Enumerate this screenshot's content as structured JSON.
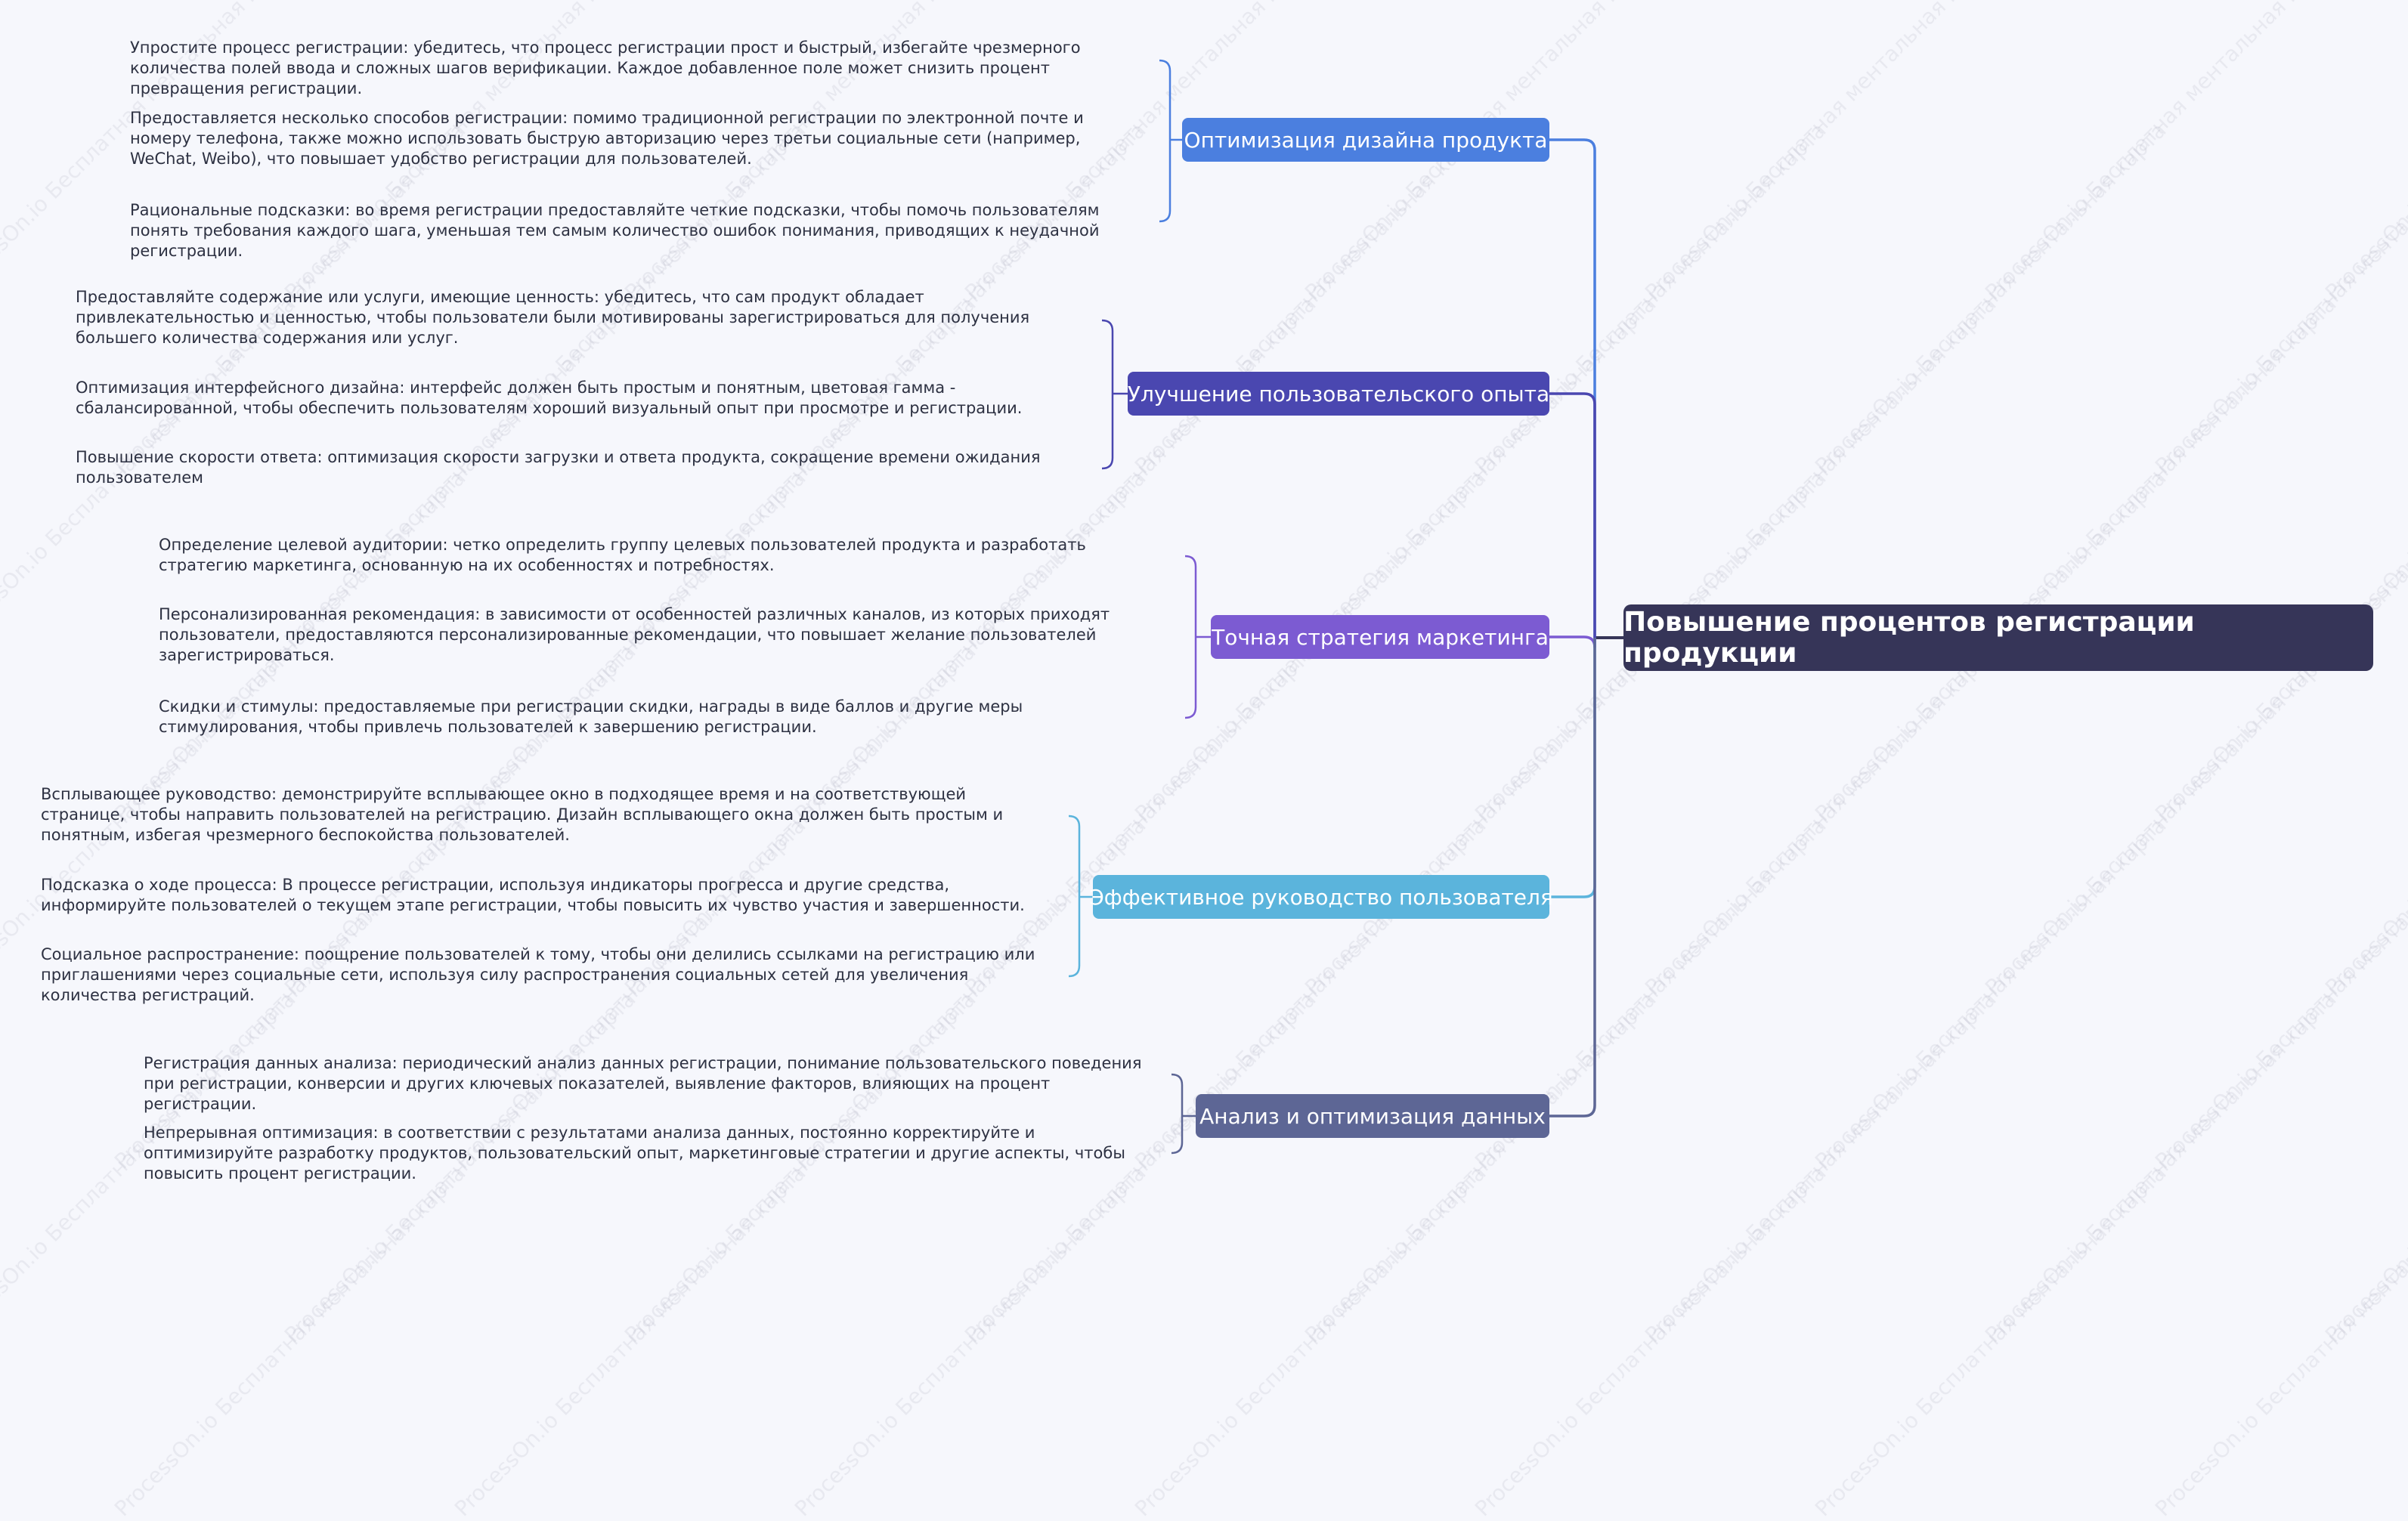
{
  "diagram": {
    "root": {
      "label": "Повышение процентов регистрации продукции"
    },
    "watermark": "ProcessOn.io Бесплатная ментальная карта",
    "colors": {
      "root": "#363558",
      "branch1": "#4b7fdf",
      "branch2": "#4a47b0",
      "branch3": "#7c5bd2",
      "branch4": "#5bb4dc",
      "branch5": "#5d6695"
    },
    "branches": [
      {
        "label": "Оптимизация дизайна продукта",
        "items": [
          "Упростите процесс регистрации: убедитесь, что процесс регистрации прост и быстрый, избегайте чрезмерного количества полей ввода и сложных шагов верификации. Каждое добавленное поле может снизить процент превращения регистрации.",
          "Предоставляется несколько способов регистрации: помимо традиционной регистрации по электронной почте и номеру телефона, также можно использовать быструю авторизацию через третьи социальные сети (например, WeChat, Weibo), что повышает удобство регистрации для пользователей.",
          "Рациональные подсказки: во время регистрации предоставляйте четкие подсказки, чтобы помочь пользователям понять требования каждого шага, уменьшая тем самым количество ошибок понимания, приводящих к неудачной регистрации."
        ]
      },
      {
        "label": "Улучшение пользовательского опыта",
        "items": [
          "Предоставляйте содержание или услуги, имеющие ценность: убедитесь, что сам продукт обладает привлекательностью и ценностью, чтобы пользователи были мотивированы зарегистрироваться для получения большего количества содержания или услуг.",
          "Оптимизация интерфейсного дизайна: интерфейс должен быть простым и понятным, цветовая гамма - сбалансированной, чтобы обеспечить пользователям хороший визуальный опыт при просмотре и регистрации.",
          "Повышение скорости ответа: оптимизация скорости загрузки и ответа продукта, сокращение времени ожидания пользователем"
        ]
      },
      {
        "label": "Точная стратегия маркетинга",
        "items": [
          "Определение целевой аудитории: четко определить группу целевых пользователей продукта и разработать стратегию маркетинга, основанную на их особенностях и потребностях.",
          "Персонализированная рекомендация: в зависимости от особенностей различных каналов, из которых приходят пользователи, предоставляются персонализированные рекомендации, что повышает желание пользователей зарегистрироваться.",
          "Скидки и стимулы: предоставляемые при регистрации скидки, награды в виде баллов и другие меры стимулирования, чтобы привлечь пользователей к завершению регистрации."
        ]
      },
      {
        "label": "Эффективное руководство пользователя",
        "items": [
          "Всплывающее руководство: демонстрируйте всплывающее окно в подходящее время и на соответствующей странице, чтобы направить пользователей на регистрацию. Дизайн всплывающего окна должен быть простым и понятным, избегая чрезмерного беспокойства пользователей.",
          "Подсказка о ходе процесса: В процессе регистрации, используя индикаторы прогресса и другие средства, информируйте пользователей о текущем этапе регистрации, чтобы повысить их чувство участия и завершенности.",
          "Социальное распространение: поощрение пользователей к тому, чтобы они делились ссылками на регистрацию или приглашениями через социальные сети, используя силу распространения социальных сетей для увеличения количества регистраций."
        ]
      },
      {
        "label": "Анализ и оптимизация данных",
        "items": [
          "Регистрация данных анализа: периодический анализ данных регистрации, понимание пользовательского поведения при регистрации, конверсии и других ключевых показателей, выявление факторов, влияющих на процент регистрации.",
          "Непрерывная оптимизация: в соответствии с результатами анализа данных, постоянно корректируйте и оптимизируйте разработку продуктов, пользовательский опыт, маркетинговые стратегии и другие аспекты, чтобы повысить процент регистрации."
        ]
      }
    ]
  }
}
